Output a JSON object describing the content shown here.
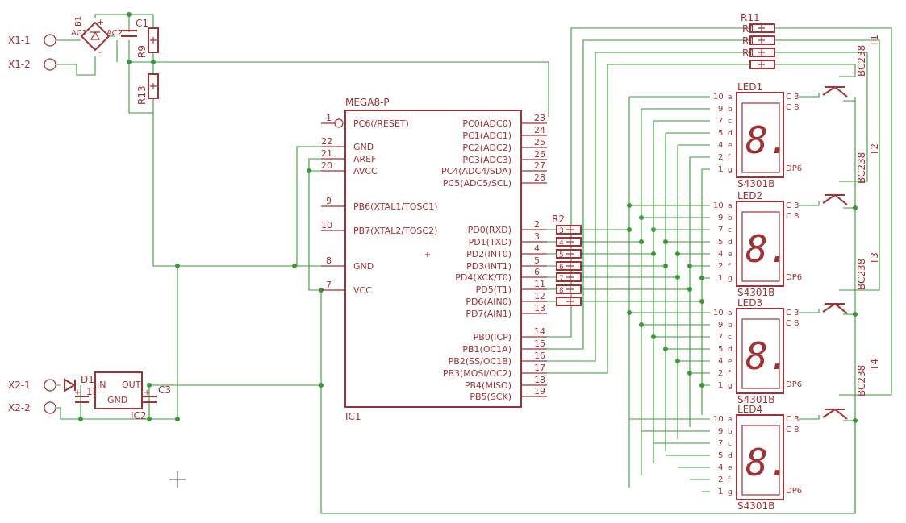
{
  "connectors": {
    "x1_1": "X1-1",
    "x1_2": "X1-2",
    "x2_1": "X2-1",
    "x2_2": "X2-2"
  },
  "rectifier": {
    "name": "B1",
    "ac1": "AC1",
    "ac2": "AC2",
    "plus": "+",
    "minus": "-"
  },
  "caps": {
    "c1": "C1",
    "c3": "C3"
  },
  "resistors": {
    "r9": "R9",
    "r13": "R13",
    "r2": "R2",
    "r11": "R11",
    "r1_1": "R1",
    "r1_2": "R1",
    "r1_3": "R1"
  },
  "diode": {
    "name": "D1",
    "part": "1N4933"
  },
  "regulator": {
    "name": "IC2",
    "in": "IN",
    "out": "OUT",
    "gnd": "GND"
  },
  "mcu": {
    "part": "MEGA8-P",
    "name": "IC1",
    "left_pins": [
      {
        "num": "1",
        "label": "PC6(/RESET)"
      },
      {
        "num": "22",
        "label": "GND"
      },
      {
        "num": "21",
        "label": "AREF"
      },
      {
        "num": "20",
        "label": "AVCC"
      },
      {
        "num": "9",
        "label": "PB6(XTAL1/TOSC1)"
      },
      {
        "num": "10",
        "label": "PB7(XTAL2/TOSC2)"
      },
      {
        "num": "8",
        "label": "GND"
      },
      {
        "num": "7",
        "label": "VCC"
      }
    ],
    "right_pins": [
      {
        "num": "23",
        "label": "PC0(ADC0)"
      },
      {
        "num": "24",
        "label": "PC1(ADC1)"
      },
      {
        "num": "25",
        "label": "PC2(ADC2)"
      },
      {
        "num": "26",
        "label": "PC3(ADC3)"
      },
      {
        "num": "27",
        "label": "PC4(ADC4/SDA)"
      },
      {
        "num": "28",
        "label": "PC5(ADC5/SCL)"
      },
      {
        "num": "2",
        "label": "PD0(RXD)"
      },
      {
        "num": "3",
        "label": "PD1(TXD)"
      },
      {
        "num": "4",
        "label": "PD2(INT0)"
      },
      {
        "num": "5",
        "label": "PD3(INT1)"
      },
      {
        "num": "6",
        "label": "PD4(XCK/T0)"
      },
      {
        "num": "11",
        "label": "PD5(T1)"
      },
      {
        "num": "12",
        "label": "PD6(AIN0)"
      },
      {
        "num": "13",
        "label": "PD7(AIN1)"
      },
      {
        "num": "14",
        "label": "PB0(ICP)"
      },
      {
        "num": "15",
        "label": "PB1(OC1A)"
      },
      {
        "num": "16",
        "label": "PB2(SS/OC1B)"
      },
      {
        "num": "17",
        "label": "PB3(MOSI/OC2)"
      },
      {
        "num": "18",
        "label": "PB4(MISO)"
      },
      {
        "num": "19",
        "label": "PB5(SCK)"
      }
    ]
  },
  "r2_pins": [
    "3",
    "4",
    "5",
    "6",
    "7",
    "8"
  ],
  "led_pins": [
    {
      "num": "10",
      "seg": "a"
    },
    {
      "num": "9",
      "seg": "b"
    },
    {
      "num": "7",
      "seg": "c"
    },
    {
      "num": "5",
      "seg": "d"
    },
    {
      "num": "4",
      "seg": "e"
    },
    {
      "num": "2",
      "seg": "f"
    },
    {
      "num": "1",
      "seg": "g"
    }
  ],
  "led_common": {
    "c3": "C  3",
    "c8": "C  8",
    "dp": "DP6",
    "digit": "8."
  },
  "leds": [
    {
      "name": "LED1",
      "part": "S4301B"
    },
    {
      "name": "LED2",
      "part": "S4301B"
    },
    {
      "name": "LED3",
      "part": "S4301B"
    },
    {
      "name": "LED4",
      "part": "S4301B"
    }
  ],
  "transistors": [
    {
      "part": "BC238",
      "name": "T1"
    },
    {
      "part": "BC238",
      "name": "T2"
    },
    {
      "part": "BC238",
      "name": "T3"
    },
    {
      "part": "BC238",
      "name": "T4"
    }
  ],
  "colors": {
    "wire": "#3a9a3a",
    "part": "#a03236",
    "background": "#ffffff"
  }
}
